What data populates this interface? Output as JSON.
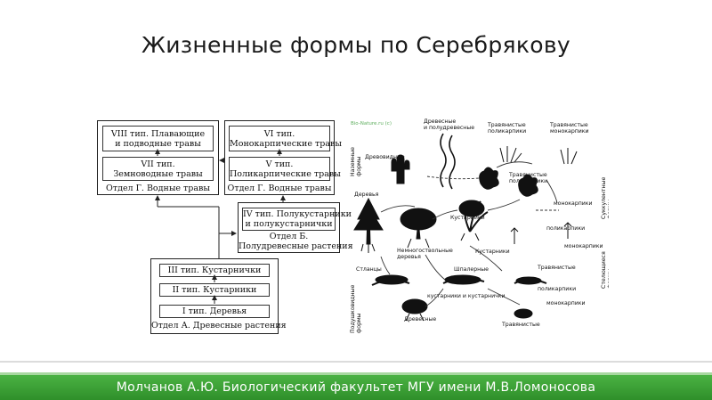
{
  "slide": {
    "title": "Жизненные формы по Серебрякову",
    "footer": "Молчанов А.Ю. Биологический факультет МГУ имени М.В.Ломоносова"
  },
  "schema_left": {
    "dept_g_left": {
      "type8": "VIII тип. Плавающие\nи подводные травы",
      "type7": "VII тип.\nЗемноводные травы",
      "caption": "Отдел Г. Водные травы"
    },
    "dept_g_right": {
      "type6": "VI тип.\nМонокарпические травы",
      "type5": "V тип.\nПоликарпические травы",
      "caption": "Отдел Г. Водные травы"
    },
    "dept_b": {
      "type4": "IV тип. Полукустарники\nи полукустарнички",
      "caption": "Отдел Б.\nПолудревесные растения"
    },
    "dept_a": {
      "type3": "III тип. Кустарнички",
      "type2": "II тип. Кустарники",
      "type1": "I тип. Деревья",
      "caption": "Отдел А. Древесные растения"
    }
  },
  "scheme_right": {
    "watermark": "Bio-Nature.ru (c)",
    "labels": {
      "woody_semiwoody": "Древесные\nи полудревесные",
      "herb_poly": "Травянистые\nполикарпики",
      "herb_mono": "Травянистые\nмонокарпики",
      "ground_forms": "Наземные\nформы",
      "treelike": "Древовидные",
      "trees": "Деревья",
      "herb_poly2": "Травянистые\nполикарпики",
      "succulent_forms": "Суккулентные\nформы",
      "monocarpics": "монокарпики",
      "polycarpics": "поликарпики",
      "shrubs": "Кустарники",
      "low_trunk_trees": "Немногоствольные\nдеревья",
      "shrubs2": "Кустарники",
      "monocarpics2": "монокарпики",
      "dwarf_trees": "Стланцы",
      "trellis": "Шпалерные",
      "herbaceous": "Травянистые",
      "creeping_forms": "Стелющиеся\nформы",
      "shrubs_dwarfshrubs": "кустарники и кустарнички",
      "cushion_forms": "Подушковидные\nформы",
      "polycarpics2": "поликарпики",
      "monocarpics3": "монокарпики",
      "woody": "Древесные",
      "herbaceous2": "Травянистые"
    }
  }
}
